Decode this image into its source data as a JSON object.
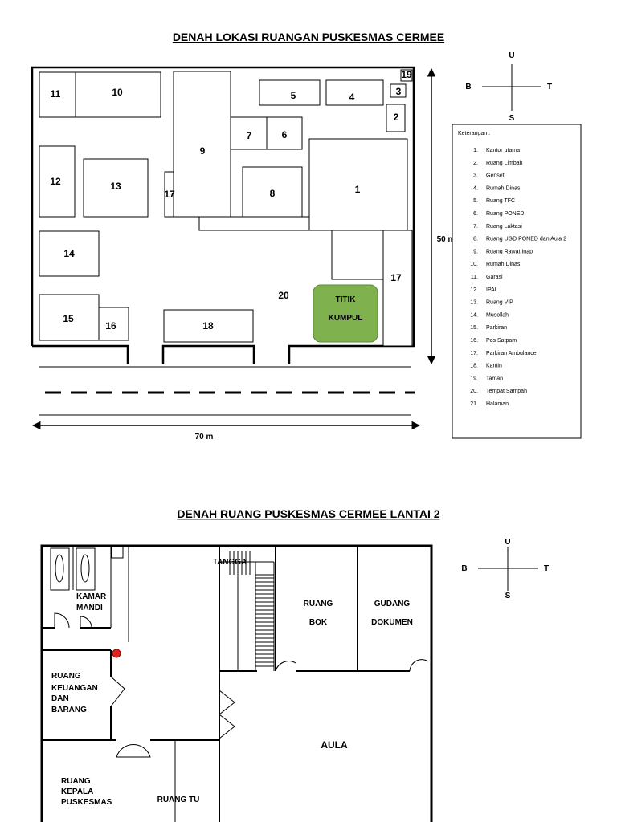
{
  "plan1": {
    "title": "DENAH LOKASI RUANGAN PUSKESMAS CERMEE",
    "compass": {
      "u": "U",
      "b": "B",
      "t": "T",
      "s": "S"
    },
    "room_numbers": {
      "r1": "1",
      "r2": "2",
      "r3": "3",
      "r4": "4",
      "r5": "5",
      "r6": "6",
      "r7": "7",
      "r8": "8",
      "r9": "9",
      "r10": "10",
      "r11": "11",
      "r12": "12",
      "r13": "13",
      "r14": "14",
      "r15": "15",
      "r16": "16",
      "r17a": "17",
      "r17b": "17",
      "r18": "18",
      "r19": "19",
      "r20": "20"
    },
    "assembly": {
      "line1": "TITIK",
      "line2": "KUMPUL",
      "color": "#7fb24f"
    },
    "dim_height": "50 m",
    "dim_width": "70 m",
    "legend": {
      "title": "Keterangan :",
      "items": [
        {
          "n": "1.",
          "label": "Kantor utama"
        },
        {
          "n": "2.",
          "label": "Ruang Limbah"
        },
        {
          "n": "3.",
          "label": "Genset"
        },
        {
          "n": "4.",
          "label": "Rumah Dinas"
        },
        {
          "n": "5.",
          "label": "Ruang TFC"
        },
        {
          "n": "6.",
          "label": "Ruang PONED"
        },
        {
          "n": "7.",
          "label": "Ruang Laktasi"
        },
        {
          "n": "8.",
          "label": "Ruang  UGD PONED dan Aula 2"
        },
        {
          "n": "9.",
          "label": "Ruang Rawat Inap"
        },
        {
          "n": "10.",
          "label": "Rumah Dinas"
        },
        {
          "n": "11.",
          "label": "Garasi"
        },
        {
          "n": "12.",
          "label": "IPAL"
        },
        {
          "n": "13.",
          "label": "Ruang VIP"
        },
        {
          "n": "14.",
          "label": "Musollah"
        },
        {
          "n": "15.",
          "label": "Parkiran"
        },
        {
          "n": "16.",
          "label": "Pos Satpam"
        },
        {
          "n": "17.",
          "label": "Parkiran Ambulance"
        },
        {
          "n": "18.",
          "label": "Kantin"
        },
        {
          "n": "19.",
          "label": "Taman"
        },
        {
          "n": "20.",
          "label": "Tempat Sampah"
        },
        {
          "n": "21.",
          "label": "Halaman"
        }
      ]
    }
  },
  "plan2": {
    "title": "DENAH RUANG PUSKESMAS CERMEE LANTAI 2",
    "compass": {
      "u": "U",
      "b": "B",
      "t": "T",
      "s": "S"
    },
    "rooms": {
      "tangga": "TANGGA",
      "kamar_mandi_1": "KAMAR",
      "kamar_mandi_2": "MANDI",
      "ruang_bok_1": "RUANG",
      "ruang_bok_2": "BOK",
      "gudang_1": "GUDANG",
      "gudang_2": "DOKUMEN",
      "keuangan_1": "RUANG",
      "keuangan_2": "KEUANGAN",
      "keuangan_3": "DAN",
      "keuangan_4": "BARANG",
      "aula": "AULA",
      "kepala_1": "RUANG",
      "kepala_2": "KEPALA",
      "kepala_3": "PUSKESMAS",
      "ruang_tu": "RUANG TU"
    }
  }
}
